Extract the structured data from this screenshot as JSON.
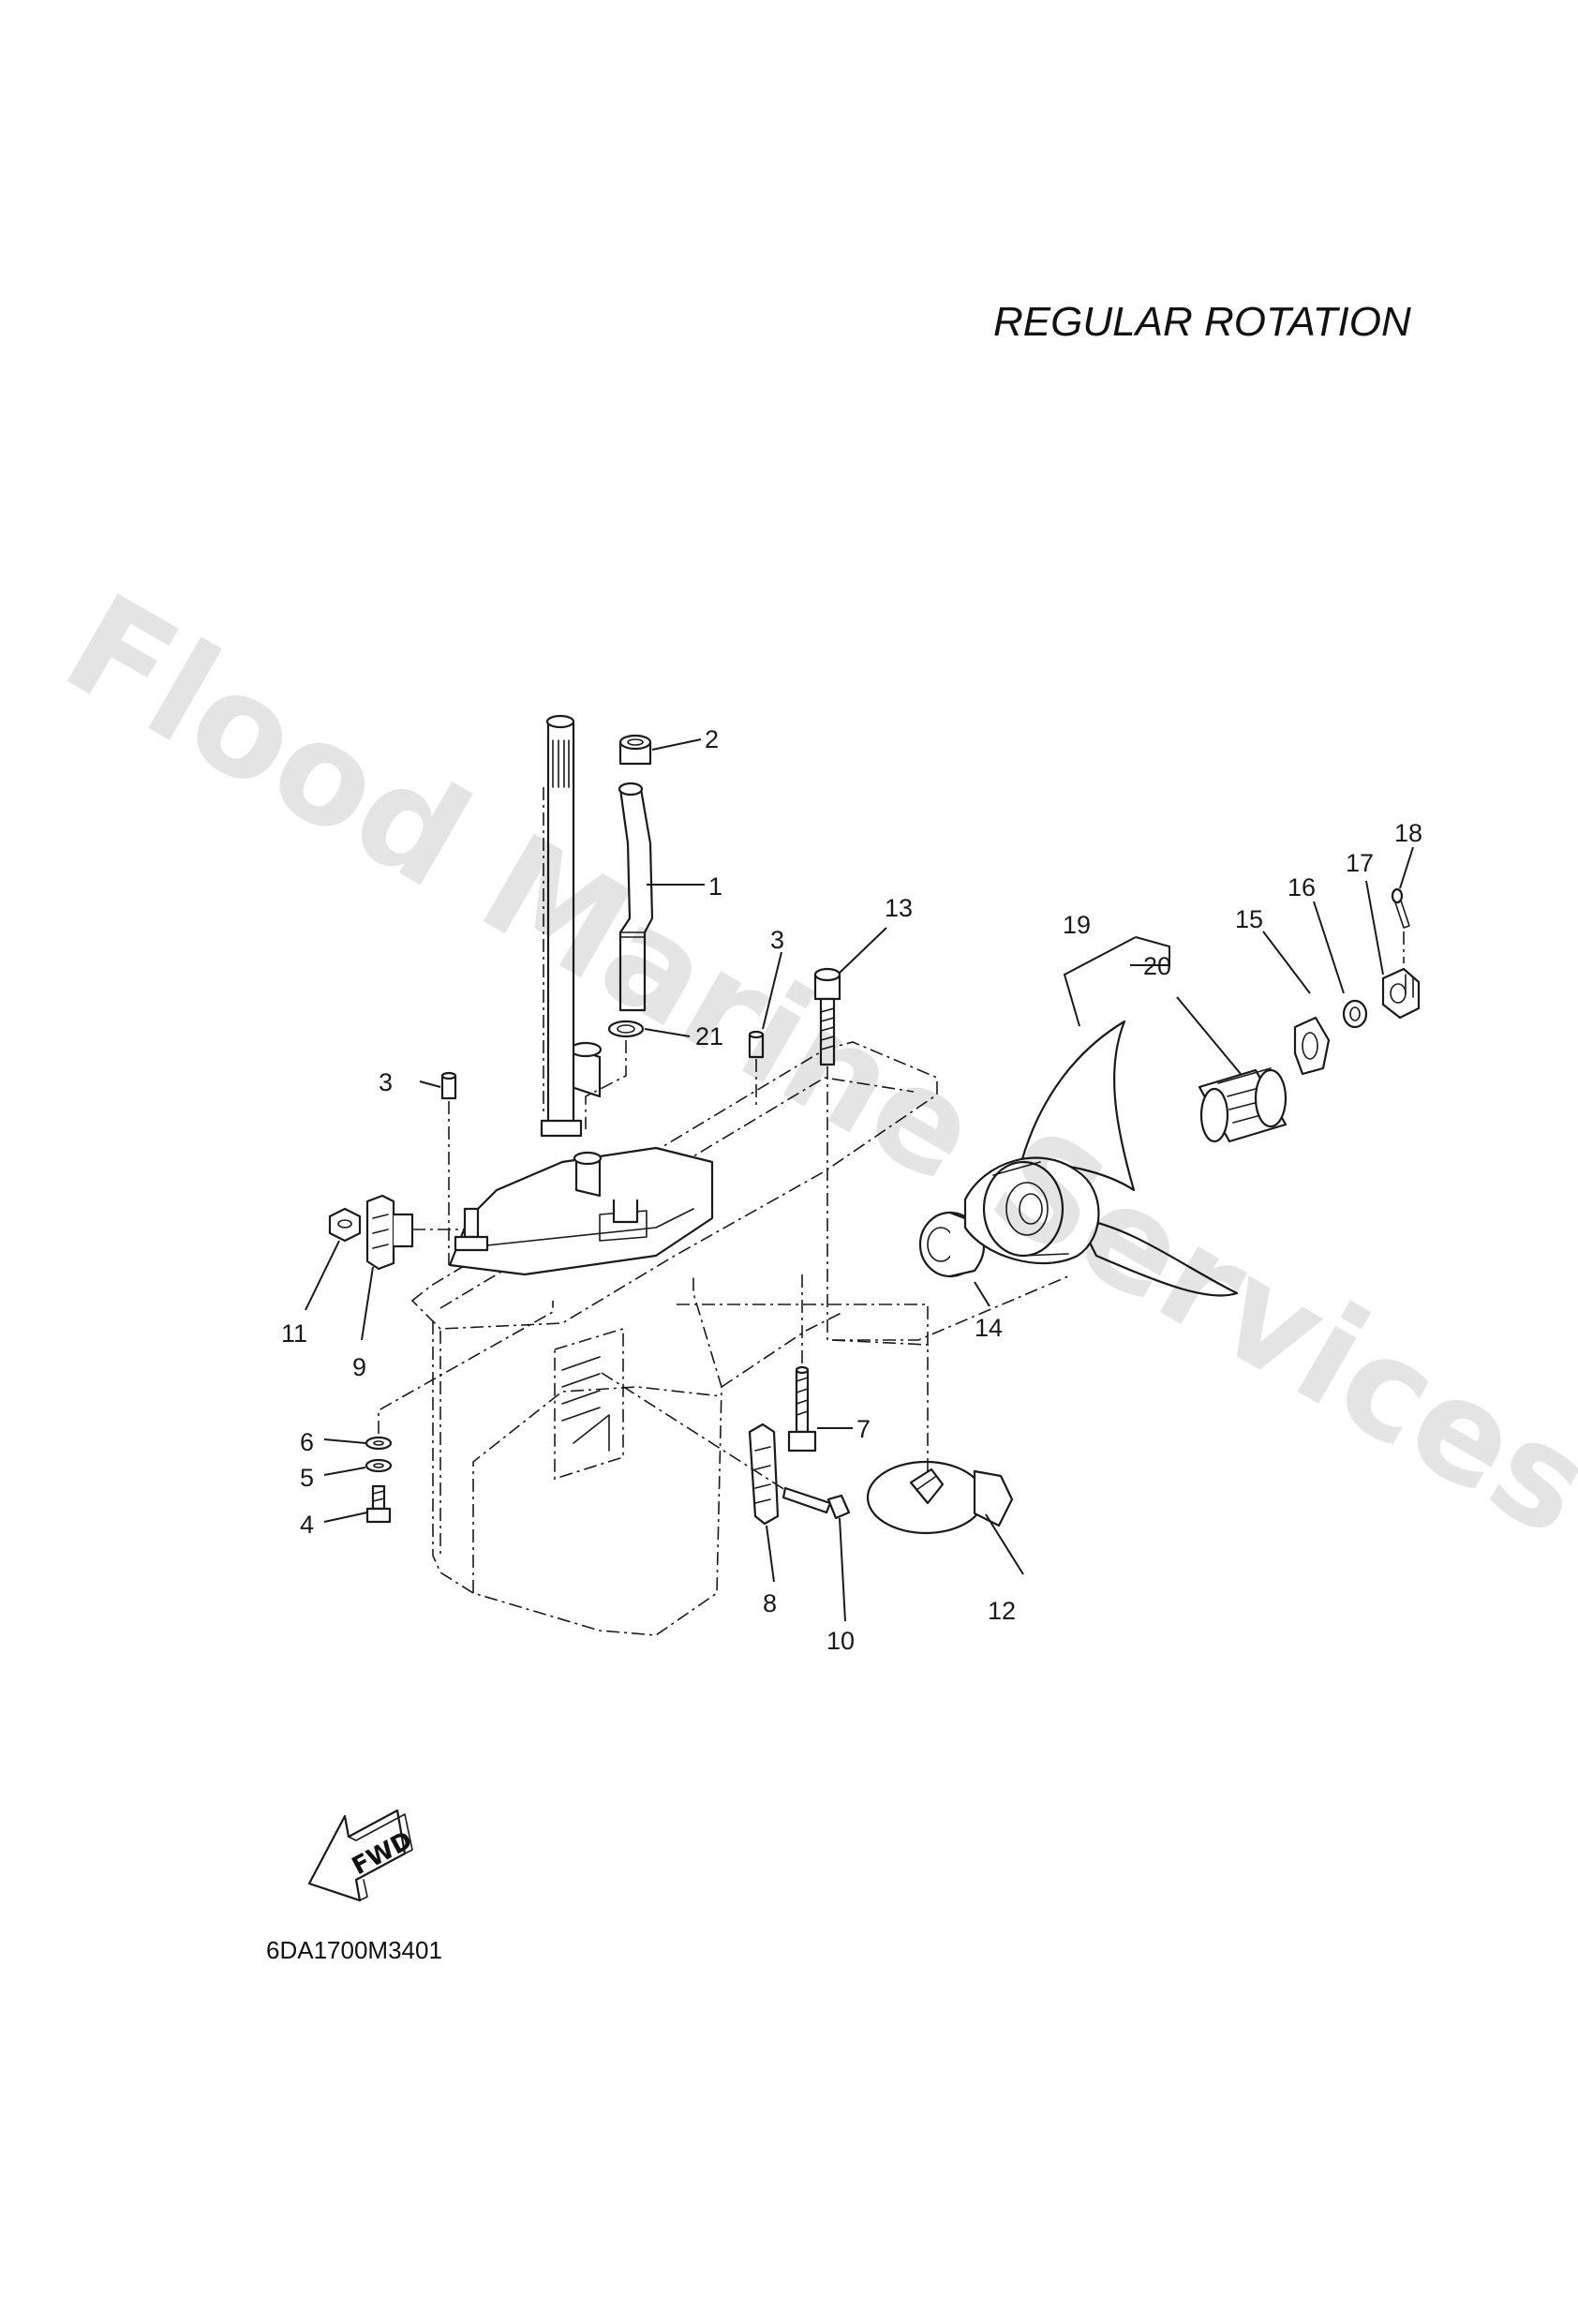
{
  "title": "REGULAR ROTATION",
  "drawing_code": "6DA1700M3401",
  "watermark": "Flood Marine Services",
  "direction_label": "FWD",
  "callouts": [
    {
      "id": "c1",
      "label": "1"
    },
    {
      "id": "c2",
      "label": "2"
    },
    {
      "id": "c3a",
      "label": "3"
    },
    {
      "id": "c3b",
      "label": "3"
    },
    {
      "id": "c4",
      "label": "4"
    },
    {
      "id": "c5",
      "label": "5"
    },
    {
      "id": "c6",
      "label": "6"
    },
    {
      "id": "c7",
      "label": "7"
    },
    {
      "id": "c8",
      "label": "8"
    },
    {
      "id": "c9",
      "label": "9"
    },
    {
      "id": "c10",
      "label": "10"
    },
    {
      "id": "c11",
      "label": "11"
    },
    {
      "id": "c12",
      "label": "12"
    },
    {
      "id": "c13",
      "label": "13"
    },
    {
      "id": "c14",
      "label": "14"
    },
    {
      "id": "c15",
      "label": "15"
    },
    {
      "id": "c16",
      "label": "16"
    },
    {
      "id": "c17",
      "label": "17"
    },
    {
      "id": "c18",
      "label": "18"
    },
    {
      "id": "c19",
      "label": "19"
    },
    {
      "id": "c20",
      "label": "20"
    },
    {
      "id": "c21",
      "label": "21"
    }
  ],
  "colors": {
    "ink": "#1a1a1a",
    "background": "#ffffff",
    "watermark": "#d9d9d9"
  }
}
